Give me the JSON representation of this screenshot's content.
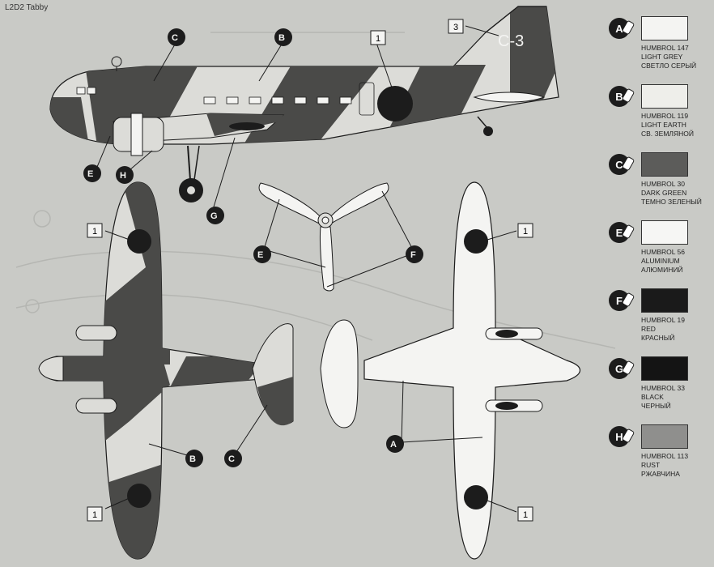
{
  "title": "L2D2 Tabby",
  "fuselage_code": "C-3",
  "callouts": {
    "one": "1",
    "three": "3"
  },
  "legend": [
    {
      "letter": "A",
      "color": "#f4f4f2",
      "line1": "HUMBROL 147",
      "line2": "LIGHT GREY",
      "line3": "СВЕТЛО СЕРЫЙ"
    },
    {
      "letter": "B",
      "color": "#eeeeea",
      "line1": "HUMBROL 119",
      "line2": "LIGHT EARTH",
      "line3": "СВ. ЗЕМЛЯНОЙ"
    },
    {
      "letter": "C",
      "color": "#5c5c5a",
      "line1": "HUMBROL 30",
      "line2": "DARK GREEN",
      "line3": "ТЕМНО ЗЕЛЕНЫЙ"
    },
    {
      "letter": "E",
      "color": "#f6f6f4",
      "line1": "HUMBROL 56",
      "line2": "ALUMINIUM",
      "line3": "АЛЮМИНИЙ"
    },
    {
      "letter": "F",
      "color": "#1a1a1a",
      "line1": "HUMBROL 19",
      "line2": "RED",
      "line3": "КРАСНЫЙ"
    },
    {
      "letter": "G",
      "color": "#141414",
      "line1": "HUMBROL 33",
      "line2": "BLACK",
      "line3": "ЧЕРНЫЙ"
    },
    {
      "letter": "H",
      "color": "#8f8f8d",
      "line1": "HUMBROL 113",
      "line2": "RUST",
      "line3": "РЖАВЧИНА"
    }
  ],
  "markers": {
    "side_C": "C",
    "side_B": "B",
    "side_E": "E",
    "side_H": "H",
    "side_G": "G",
    "prop_E": "E",
    "prop_F": "F",
    "top_B": "B",
    "top_C": "C",
    "bottom_A": "A"
  },
  "colors": {
    "dark": "#4a4a48",
    "light": "#dcdcd8",
    "paper": "#c9cac6",
    "ink": "#1c1c1c"
  }
}
